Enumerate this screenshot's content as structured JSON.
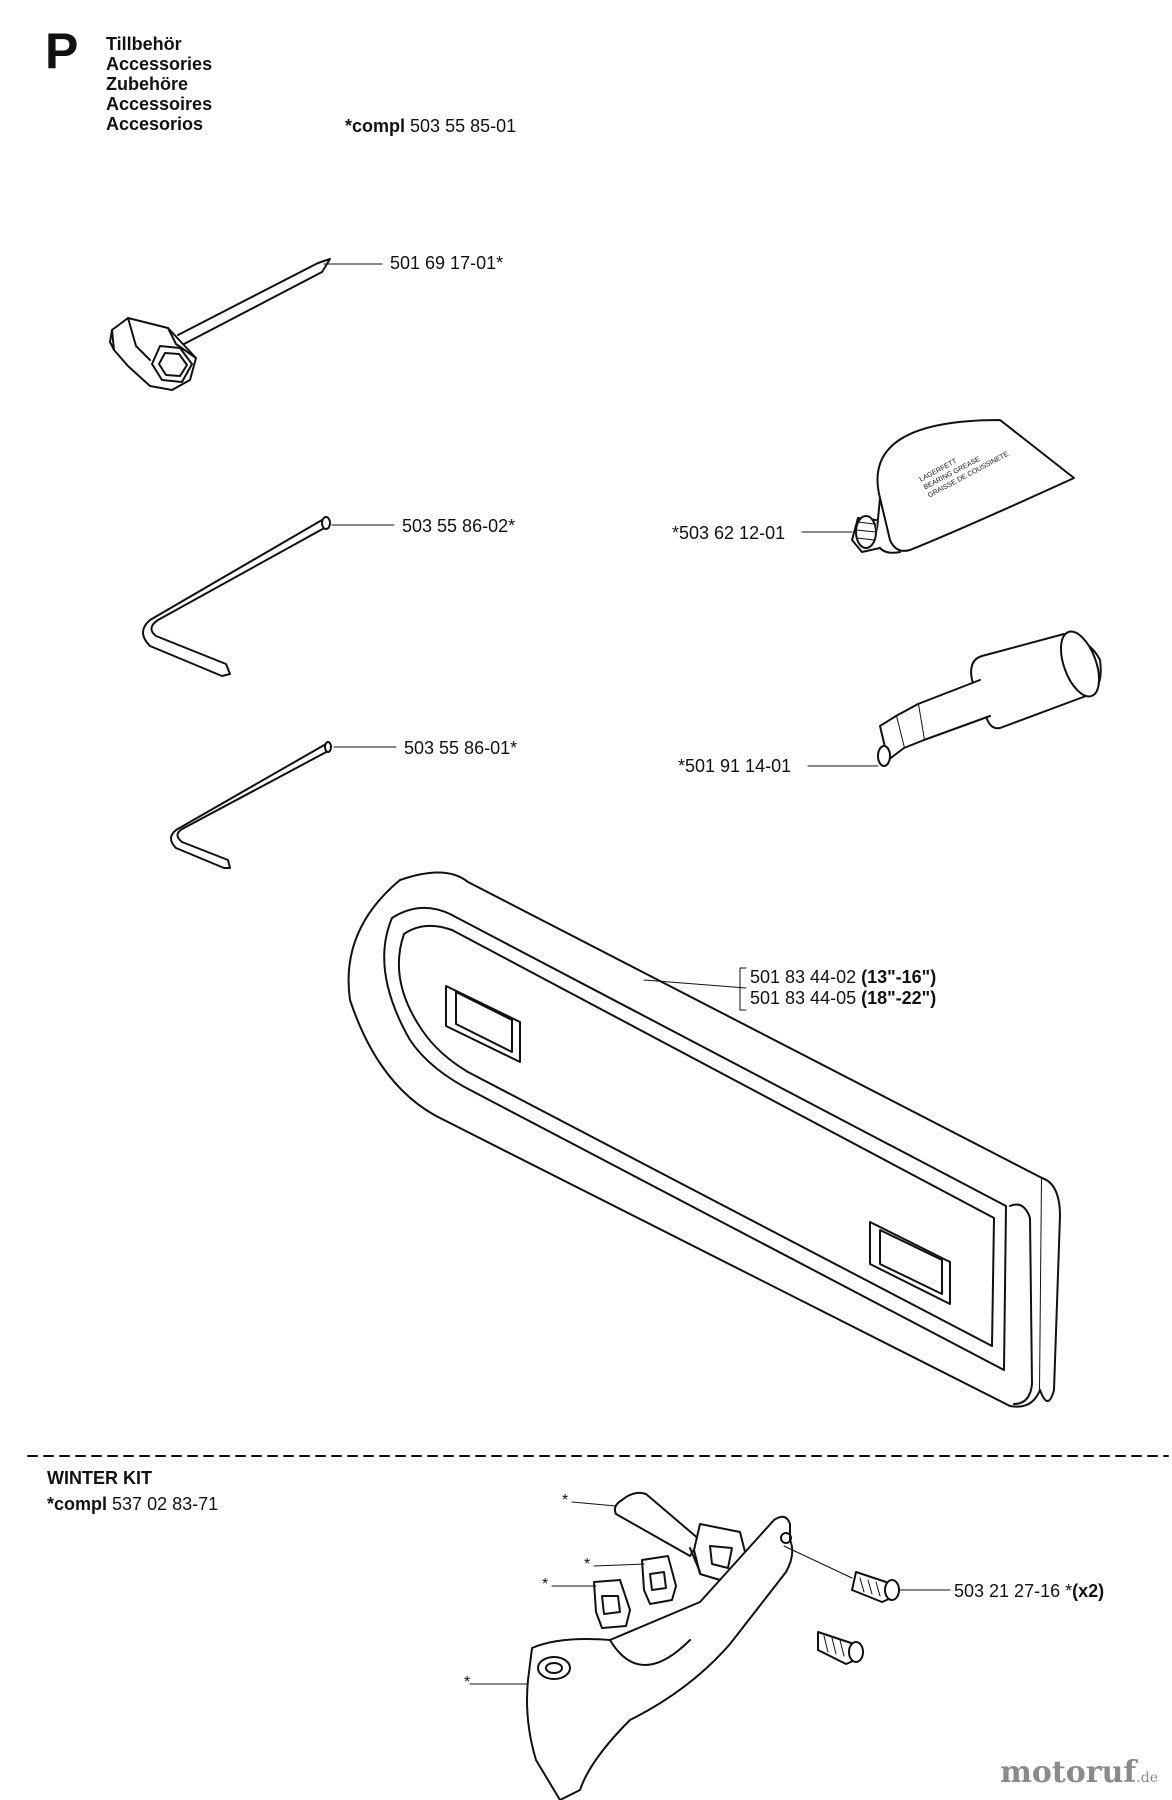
{
  "header": {
    "section_letter": "P",
    "titles": [
      "Tillbehör",
      "Accessories",
      "Zubehöre",
      "Accessoires",
      "Accesorios"
    ],
    "compl_prefix": "*compl",
    "compl_number": "503 55 85-01"
  },
  "parts": {
    "spark_wrench": "501 69 17-01*",
    "hex_key_large": "503 55 86-02*",
    "hex_key_small": "503 55 86-01*",
    "grease_tube": "*503 62 12-01",
    "grease_gun": "*501 91 14-01",
    "bar_cover_a_number": "501 83 44-02",
    "bar_cover_a_size": "(13\"-16\")",
    "bar_cover_b_number": "501 83 44-05",
    "bar_cover_b_size": "(18\"-22\")"
  },
  "grease_tube_text": [
    "LAGERFETT",
    "BEARING GREASE",
    "GRAISSE DE COUSSINETE"
  ],
  "winter_kit": {
    "title": "WINTER KIT",
    "compl_prefix": "*compl",
    "compl_number": "537 02 83-71",
    "star": "*",
    "screw_number": "503 21 27-16 *",
    "screw_qty": "(x2)"
  },
  "brand": {
    "name": "motoruf",
    "suffix": ".de"
  }
}
